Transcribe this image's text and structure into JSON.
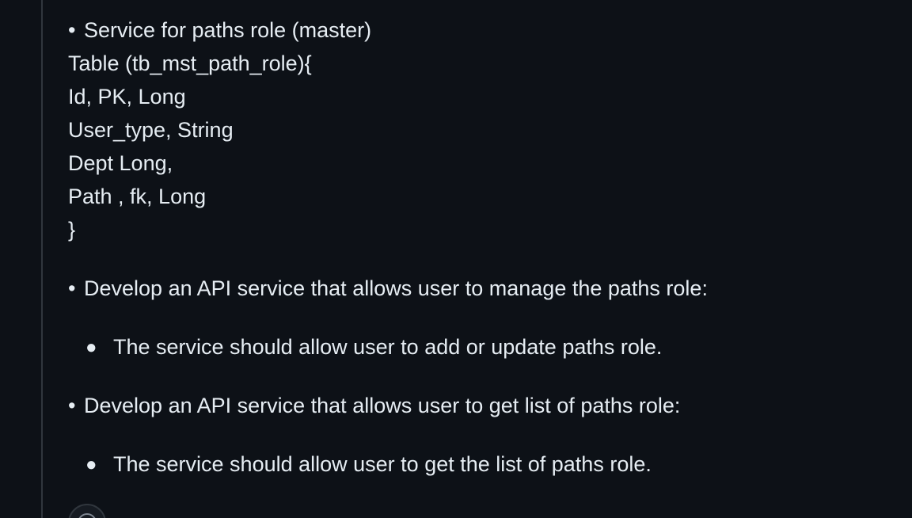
{
  "bullets": {
    "glyph": "•",
    "sub_glyph": "●"
  },
  "item1": {
    "heading": "Service for paths role (master)",
    "table_lines": [
      "Table (tb_mst_path_role){",
      "Id, PK, Long",
      "User_type, String",
      "Dept Long,",
      "Path , fk, Long",
      "}"
    ]
  },
  "item2": {
    "heading": "Develop an API service that allows user to manage the paths role:",
    "sub": "The service should allow user to add or update paths role."
  },
  "item3": {
    "heading": "Develop an API service that allows user to get list of paths role:",
    "sub": "The service should allow user to get the list of paths role."
  },
  "colors": {
    "background": "#0d1117",
    "text": "#e6edf3",
    "border": "#30363d"
  },
  "icons": {
    "bottom_avatar": "avatar-icon"
  }
}
